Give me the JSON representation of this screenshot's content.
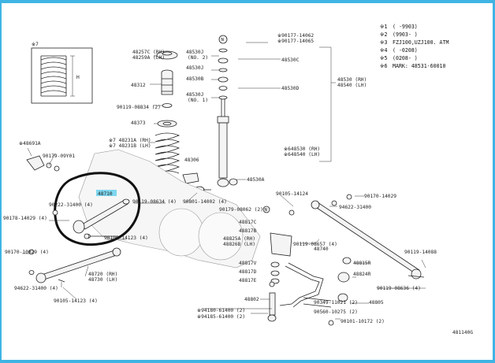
{
  "legend": {
    "items": [
      {
        "mark": "※1",
        "text": "(        -9903)"
      },
      {
        "mark": "※2",
        "text": "(9903-        )"
      },
      {
        "mark": "※3",
        "text": "FZJ100,UZJ100. ATM"
      },
      {
        "mark": "※4",
        "text": "(        -0208)"
      },
      {
        "mark": "※5",
        "text": "(0208-        )"
      },
      {
        "mark": "※6",
        "text": "MARK: 48531-60010"
      }
    ]
  },
  "inset": {
    "mark": "※7",
    "dim_label": "H"
  },
  "labels": {
    "l48257": "48257C (RH)",
    "l48259": "48259A (LH)",
    "l48312": "48312",
    "l90119a": "90119-08834 (2)",
    "l48373": "48373",
    "l48231a": "※7 48231A (RH)",
    "l48231b": "※7 48231B (LH)",
    "l48691": "※48691A",
    "l90179a": "90179-09Y01",
    "l48306": "48306",
    "l48710": "48710",
    "l90222": "90222-31400 (4)",
    "l90119b": "90119-08634 (4)",
    "l90801": "90801-14002 (4)",
    "l90178": "90178-14029 (4)",
    "l90105a": "90105-14123 (4)",
    "l90170": "90170-10029 (4)",
    "l94622a": "94622-31400 (4)",
    "l48720": "48720 (RH)",
    "l48730": "48730 (LH)",
    "l90105b": "90105-14123 (4)",
    "l48530j1": "48530J",
    "l48530j2": "(NO. 2)",
    "l48530i": "48530J",
    "l48530bb": "48530B",
    "l48530k1": "48530J",
    "l48530k2": "(NO. 1)",
    "l48530c": "48530C",
    "l48530d": "48530D",
    "l48530rh": "48530 (RH)",
    "l48540lh": "48540 (LH)",
    "l90177": "※90177-14062",
    "l90177b": "※90177-14065",
    "l48530rh2": "※648530 (RH)",
    "l48540lh2": "※648540 (LH)",
    "l48530a": "48530A",
    "l90105c": "90105-14124",
    "l90170b": "90170-14029",
    "l94622b": "94622-31400",
    "l90179b": "90179-08062 (2)",
    "l48817c": "48817C",
    "l48817b": "48817B",
    "l48825": "48825A (RH)",
    "l48826": "48826B (LH)",
    "l90119c": "90119-08657 (4)",
    "l48740": "48740",
    "l90119d": "90119-14088",
    "l48815": "48815R",
    "l48824": "48824R",
    "l48817v": "48817V",
    "l48817d": "48817D",
    "l48817e": "48817E",
    "l90119e": "90119-08636 (4)",
    "l48802": "48802",
    "l90349": "90349-11021 (2)",
    "l48805": "48805",
    "l90560": "90560-10275 (2)",
    "l90101": "90101-10172 (2)",
    "l94180": "※94180-61400 (2)",
    "l94185": "※94185-61400 (2)",
    "diagram_id": "481140G"
  },
  "colors": {
    "highlight": "#7fd6ef",
    "circle": "#111111",
    "edge": "#3fb4e4"
  }
}
